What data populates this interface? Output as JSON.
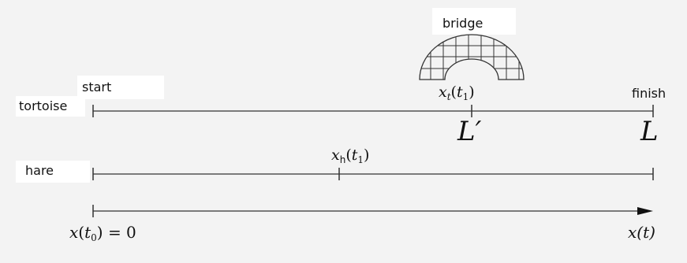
{
  "labels": {
    "bridge": "bridge",
    "start": "start",
    "finish": "finish",
    "tortoise": "tortoise",
    "hare": "hare"
  },
  "math": {
    "xt_var": "x",
    "xt_sub": "t",
    "xt_arg_open": "(",
    "xt_arg_var": "t",
    "xt_arg_sub": "1",
    "xt_arg_close": ")",
    "L_prime": "L′",
    "L": "L",
    "xh_var": "x",
    "xh_sub": "h",
    "xh_arg_open": "(",
    "xh_arg_var": "t",
    "xh_arg_sub": "1",
    "xh_arg_close": ")",
    "origin_var": "x",
    "origin_open": "(",
    "origin_t": "t",
    "origin_sub": "0",
    "origin_close": ") = 0",
    "end_label": "x(t)"
  },
  "colors": {
    "line": "#333333",
    "background": "#f3f3f3"
  }
}
